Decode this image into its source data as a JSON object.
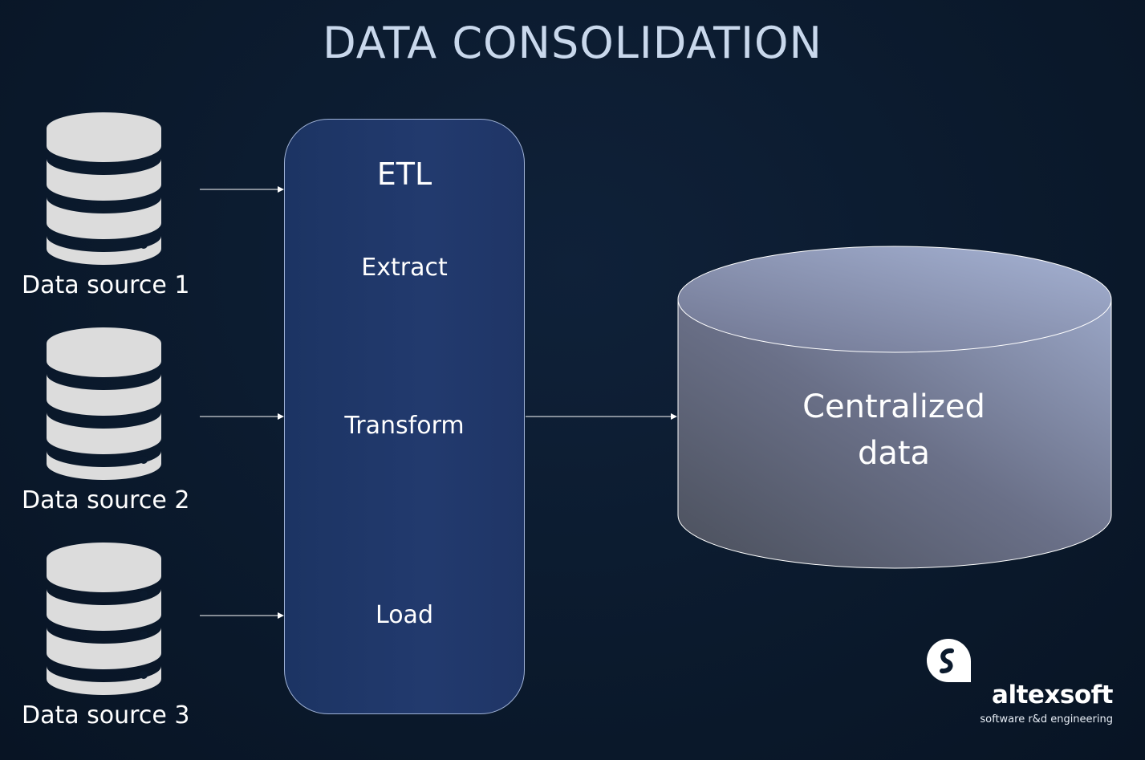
{
  "title": "DATA CONSOLIDATION",
  "sources": [
    {
      "label": "Data source 1"
    },
    {
      "label": "Data source 2"
    },
    {
      "label": "Data source 3"
    }
  ],
  "etl": {
    "title": "ETL",
    "steps": [
      "Extract",
      "Transform",
      "Load"
    ]
  },
  "target": {
    "label_line1": "Centralized",
    "label_line2": "data"
  },
  "brand": {
    "name": "altexsoft",
    "tagline": "software r&d engineering"
  },
  "icons": {
    "source": "database-icon",
    "target": "cylinder-storage-icon",
    "logo": "altexsoft-logo-icon"
  },
  "colors": {
    "background": "#0b1a2d",
    "etl_box": "#203868",
    "database_icon": "#dcdcdc",
    "title": "#c9d8ec"
  }
}
